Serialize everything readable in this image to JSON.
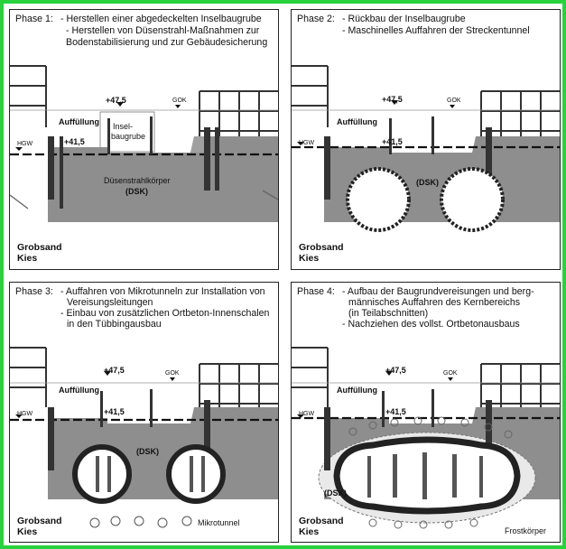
{
  "panels": [
    {
      "phase": "Phase 1:",
      "lines": [
        "- Herstellen einer abgedeckelten Inselbaugrube",
        "- Herstellen von Düsenstrahl-Maßnahmen zur",
        "Bodenstabilisierung und zur Gebäudesicherung"
      ],
      "level_top": "+47,5",
      "level_mid": "+41,5",
      "gok": "GOK",
      "hgw": "HGW",
      "fill": "Auffüllung",
      "pit": [
        "Insel-",
        "baugrube"
      ],
      "dsk": [
        "Düsenstrahlkörper",
        "(DSK)"
      ],
      "soil": [
        "Grobsand",
        "Kies"
      ]
    },
    {
      "phase": "Phase 2:",
      "lines": [
        "- Rückbau der Inselbaugrube",
        "- Maschinelles Auffahren der Streckentunnel"
      ],
      "level_top": "+47,5",
      "level_mid": "+41,5",
      "gok": "GOK",
      "hgw": "HGW",
      "fill": "Auffüllung",
      "dsk": [
        "(DSK)"
      ],
      "soil": [
        "Grobsand",
        "Kies"
      ]
    },
    {
      "phase": "Phase 3:",
      "lines": [
        "- Auffahren von Mikrotunneln zur Installation von",
        "Vereisungsleitungen",
        "- Einbau von zusätzlichen Ortbeton-Innenschalen",
        "in den Tübbingausbau"
      ],
      "level_top": "+47,5",
      "level_mid": "+41,5",
      "gok": "GOK",
      "hgw": "HGW",
      "fill": "Auffüllung",
      "dsk": [
        "(DSK)"
      ],
      "micro": "Mikrotunnel",
      "soil": [
        "Grobsand",
        "Kies"
      ]
    },
    {
      "phase": "Phase 4:",
      "lines": [
        "- Aufbau der Baugrundvereisungen und berg-",
        "männisches  Auffahren des Kernbereichs",
        "(in Teilabschnitten)",
        "- Nachziehen des vollst. Ortbetonausbaus"
      ],
      "level_top": "+47,5",
      "level_mid": "+41,5",
      "gok": "GOK",
      "hgw": "HGW",
      "fill": "Auffüllung",
      "dsk": [
        "(DSK)"
      ],
      "frost": "Frostkörper",
      "soil": [
        "Grobsand",
        "Kies"
      ]
    }
  ]
}
